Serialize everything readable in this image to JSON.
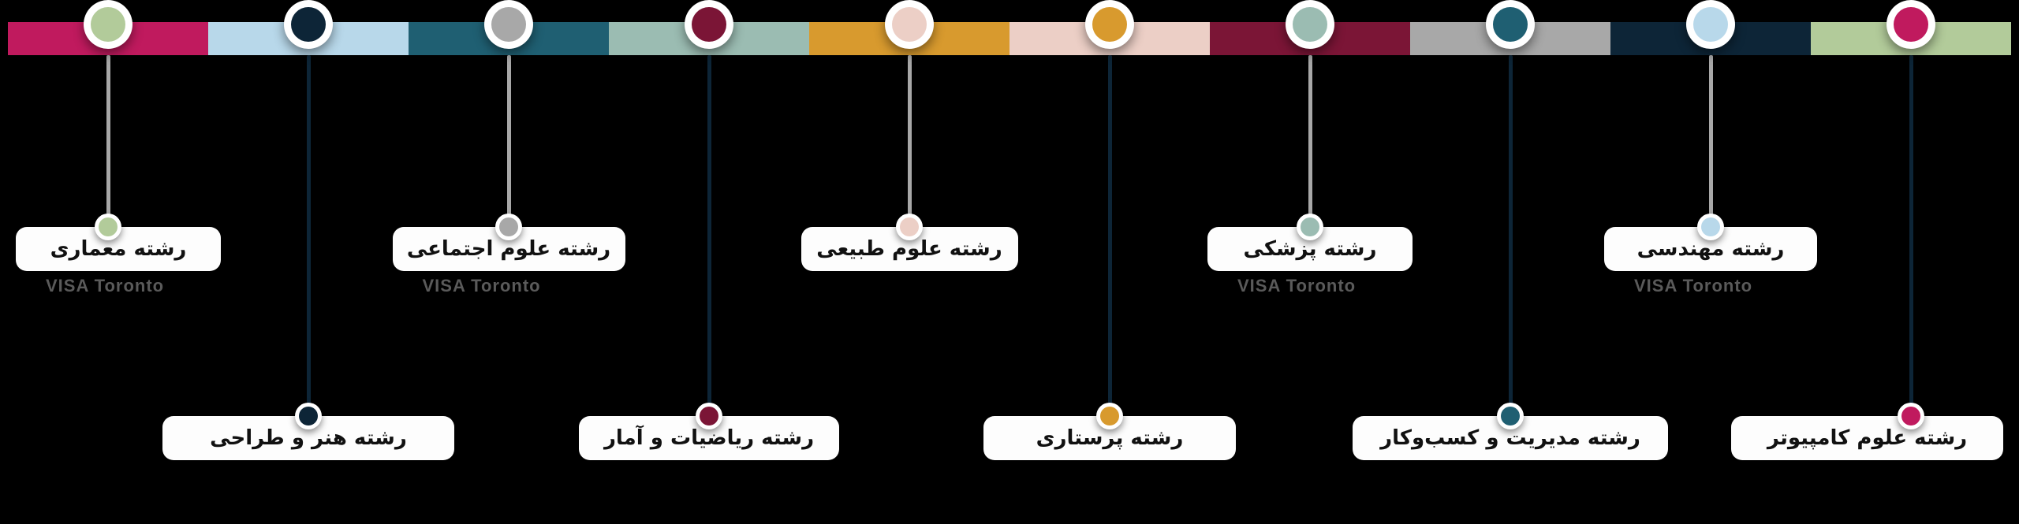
{
  "bar": {
    "segments": [
      {
        "id": "architecture",
        "color": "#b2cb9a"
      },
      {
        "id": "art-design",
        "color": "#0d2537"
      },
      {
        "id": "social-sciences",
        "color": "#a8a8a8"
      },
      {
        "id": "math-statistics",
        "color": "#7b1536"
      },
      {
        "id": "natural-sciences",
        "color": "#eccfc6"
      },
      {
        "id": "nursing",
        "color": "#d89a2e"
      },
      {
        "id": "medicine",
        "color": "#9bbcb2"
      },
      {
        "id": "business",
        "color": "#1f5f72"
      },
      {
        "id": "engineering",
        "color": "#b8d8ea"
      },
      {
        "id": "computer-science",
        "color": "#c01a5e"
      }
    ]
  },
  "items": [
    {
      "label": "رشته معماری",
      "color": "#b2cb9a",
      "watermark": "VISA Toronto"
    },
    {
      "label": "رشته هنر و طراحی",
      "color": "#0d2537",
      "watermark": ""
    },
    {
      "label": "رشته علوم اجتماعی",
      "color": "#a8a8a8",
      "watermark": "VISA Toronto"
    },
    {
      "label": "رشته ریاضیات و آمار",
      "color": "#7b1536",
      "watermark": ""
    },
    {
      "label": "رشته علوم طبیعی",
      "color": "#eccfc6",
      "watermark": ""
    },
    {
      "label": "رشته پرستاری",
      "color": "#d89a2e",
      "watermark": ""
    },
    {
      "label": "رشته پزشکی",
      "color": "#9bbcb2",
      "watermark": "VISA Toronto"
    },
    {
      "label": "رشته مدیریت و کسب‌وکار",
      "color": "#1f5f72",
      "watermark": ""
    },
    {
      "label": "رشته مهندسی",
      "color": "#b8d8ea",
      "watermark": "VISA Toronto"
    },
    {
      "label": "رشته علوم کامپیوتر",
      "color": "#c01a5e",
      "watermark": ""
    }
  ],
  "layout": {
    "background": "#000000",
    "card_background": "#fdfdfd",
    "text_color": "#111111",
    "watermark_color": "#6a6a6a"
  }
}
